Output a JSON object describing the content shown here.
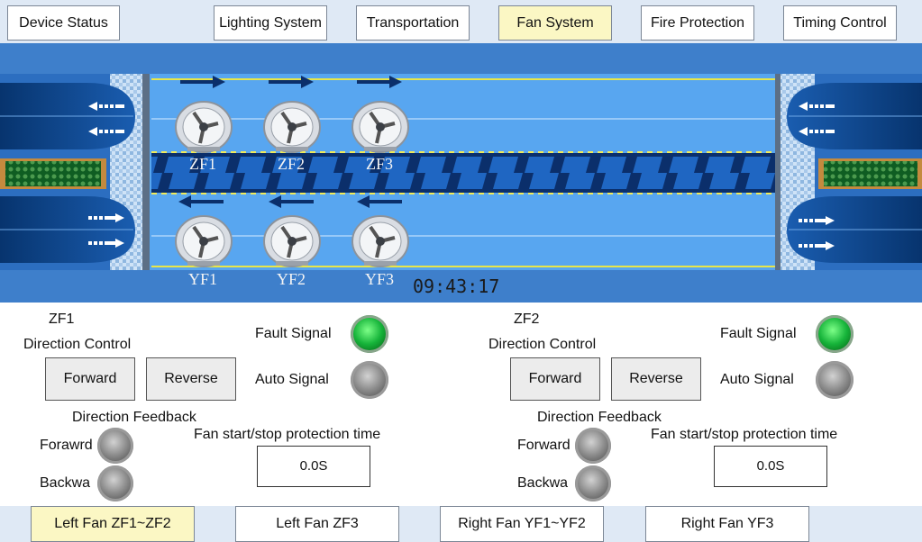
{
  "top_tabs": [
    {
      "label": "Device Status",
      "active": false
    },
    {
      "label": "Lighting System",
      "active": false
    },
    {
      "label": "Transportation",
      "active": false
    },
    {
      "label": "Fan System",
      "active": true
    },
    {
      "label": "Fire Protection",
      "active": false
    },
    {
      "label": "Timing Control",
      "active": false
    }
  ],
  "scene": {
    "upper_fans": [
      "ZF1",
      "ZF2",
      "ZF3"
    ],
    "lower_fans": [
      "YF1",
      "YF2",
      "YF3"
    ],
    "clock": "09:43:17"
  },
  "panels": [
    {
      "fan_name": "ZF1",
      "direction_control_label": "Direction Control",
      "forward_label": "Forward",
      "reverse_label": "Reverse",
      "fault_signal_label": "Fault Signal",
      "fault_signal_state": "green",
      "auto_signal_label": "Auto Signal",
      "auto_signal_state": "gray",
      "direction_feedback_label": "Direction Feedback",
      "feedback_forward_label": "Forawrd",
      "feedback_backward_label": "Backwa",
      "protection_time_label": "Fan start/stop protection time",
      "protection_time_value": "0.0S"
    },
    {
      "fan_name": "ZF2",
      "direction_control_label": "Direction Control",
      "forward_label": "Forward",
      "reverse_label": "Reverse",
      "fault_signal_label": "Fault Signal",
      "fault_signal_state": "green",
      "auto_signal_label": "Auto Signal",
      "auto_signal_state": "gray",
      "direction_feedback_label": "Direction Feedback",
      "feedback_forward_label": "Forward",
      "feedback_backward_label": "Backwa",
      "protection_time_label": "Fan start/stop protection time",
      "protection_time_value": "0.0S"
    }
  ],
  "bottom_tabs": [
    {
      "label": "Left Fan ZF1~ZF2",
      "active": true
    },
    {
      "label": "Left Fan ZF3",
      "active": false
    },
    {
      "label": "Right Fan YF1~YF2",
      "active": false
    },
    {
      "label": "Right Fan YF3",
      "active": false
    }
  ],
  "colors": {
    "scene_background": "#3e7fcb",
    "road": "#58a6f0",
    "active_tab": "#fbf7c4",
    "lamp_green": "#16b43a",
    "lamp_gray": "#8c8c8c"
  }
}
